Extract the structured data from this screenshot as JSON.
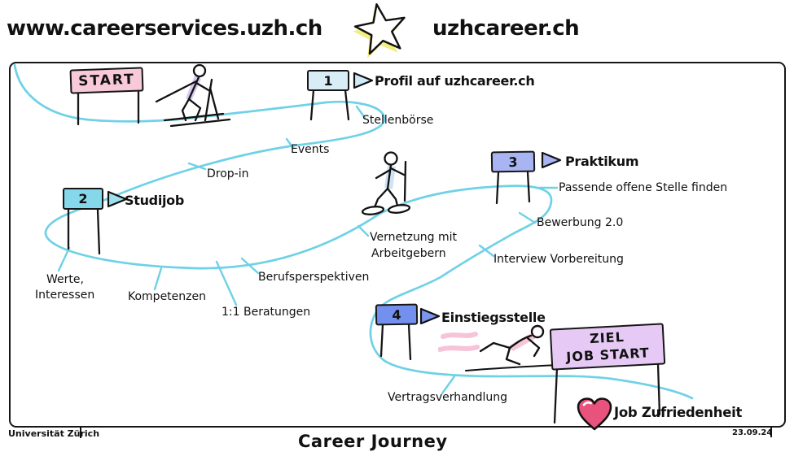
{
  "header": {
    "left_site": "www.careerservices.uzh.ch",
    "right_site": "uzhcareer.ch"
  },
  "banners": {
    "start": "START",
    "ziel_line1": "ZIEL",
    "ziel_line2": "JOB START"
  },
  "milestones": [
    {
      "number": "1",
      "label": "Profil auf uzhcareer.ch"
    },
    {
      "number": "2",
      "label": "Studijob"
    },
    {
      "number": "3",
      "label": "Praktikum"
    },
    {
      "number": "4",
      "label": "Einstiegsstelle"
    }
  ],
  "path_labels": {
    "stellenboerse": "Stellenbörse",
    "events": "Events",
    "drop_in": "Drop-in",
    "werte_line1": "Werte,",
    "werte_line2": "Interessen",
    "kompetenzen": "Kompetenzen",
    "beratungen": "1:1 Beratungen",
    "berufsperspektiven": "Berufsperspektiven",
    "vernetzung_line1": "Vernetzung mit",
    "vernetzung_line2": "Arbeitgebern",
    "passende_stelle": "Passende offene Stelle finden",
    "bewerbung": "Bewerbung 2.0",
    "interview": "Interview Vorbereitung",
    "vertragsverhandlung": "Vertragsverhandlung",
    "job_zufriedenheit": "Job Zufriedenheit"
  },
  "footer": {
    "organization": "Universität Zürich",
    "date": "23.09.24",
    "title": "Career Journey"
  },
  "icons": {
    "star": "star-icon",
    "skier": "skier-icon",
    "walker": "snowshoe-walker-icon",
    "sprinter": "sprinter-icon",
    "heart": "heart-icon",
    "pennant": "pennant-flag-icon"
  },
  "colors": {
    "path": "#6fd1e6",
    "ink": "#111111",
    "start_banner": "#f8c9d9",
    "flag_1": "#d8edf6",
    "flag_2": "#85d8ea",
    "flag_3": "#a9b4f2",
    "flag_4": "#7390ee",
    "ziel_banner": "#e6c9f4",
    "heart": "#e9527d",
    "speed_lines": "#f6c3d8",
    "skier_shade": "#d8c8f0",
    "walker_shade": "#cfe3f4",
    "sprinter_shade": "#f4c6d7"
  }
}
